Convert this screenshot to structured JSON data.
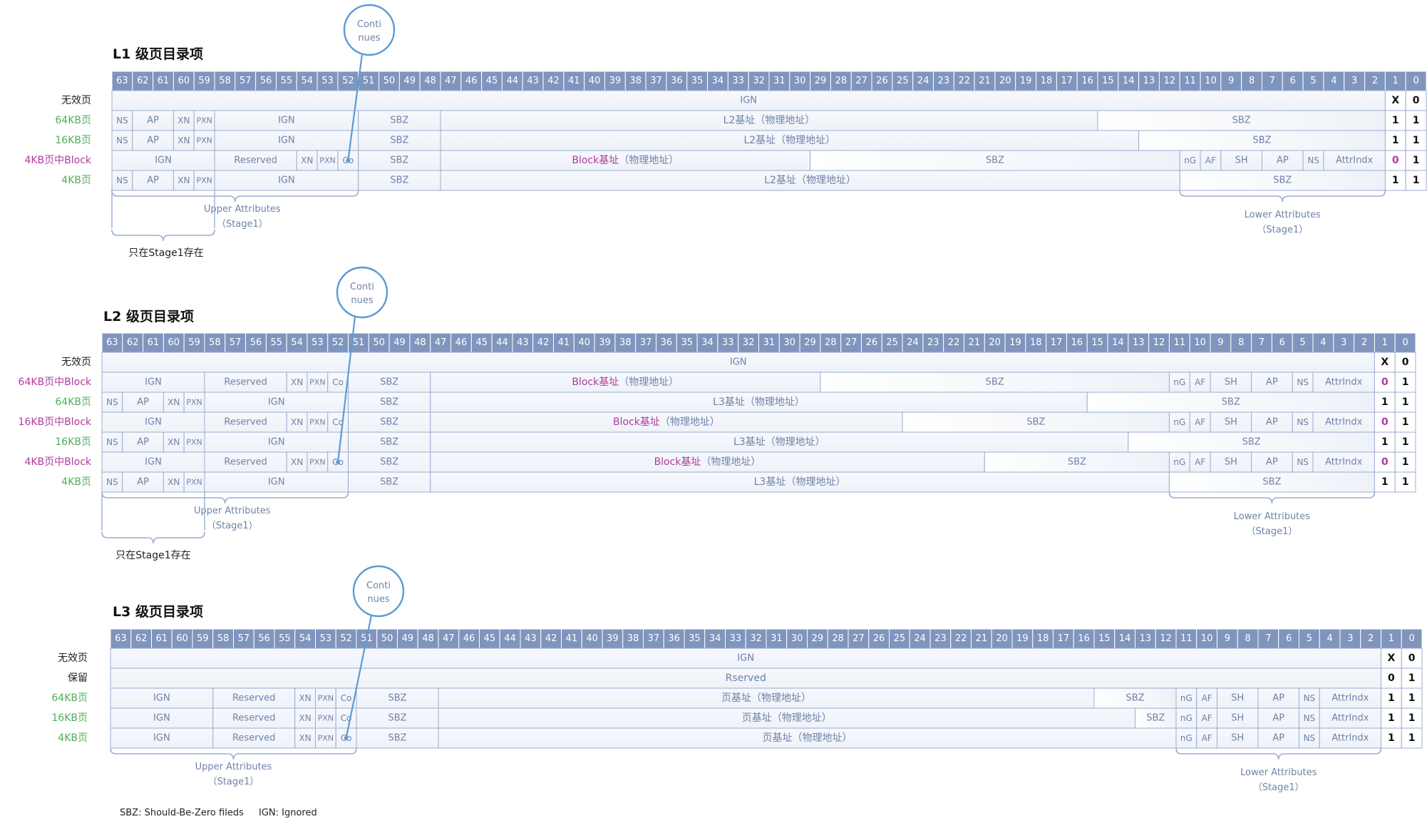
{
  "colors": {
    "header_fill": "#7f95bd",
    "header_text": "#ffffff",
    "row_fill": "#eef2f8",
    "field_text": "#6f83a8",
    "border": "#9aaed0",
    "label_green": "#4fae5a",
    "label_purple": "#b03aa0",
    "label_black": "#222222",
    "accent_line": "#5b9bd5",
    "purple_bit": "#b03aa0"
  },
  "sections": [
    {
      "title": "L1 级页目录项",
      "callout": "Conti\nnues",
      "rows": [
        {
          "label": "无效页",
          "color": "black",
          "cells": [
            [
              "IGN",
              63,
              2,
              "plain"
            ],
            [
              "X",
              1,
              1,
              "bit"
            ],
            [
              "0",
              0,
              0,
              "bit"
            ]
          ]
        },
        {
          "label": "64KB页",
          "color": "green",
          "cells": [
            [
              "NS",
              63,
              63
            ],
            [
              "AP",
              62,
              61
            ],
            [
              "XN",
              60,
              60
            ],
            [
              "PXN",
              59,
              59
            ],
            [
              "IGN",
              58,
              52
            ],
            [
              "SBZ",
              51,
              48
            ],
            [
              "L2基址（物理地址）",
              47,
              16
            ],
            [
              "SBZ",
              15,
              2,
              "grad"
            ],
            [
              "1",
              1,
              1,
              "bit"
            ],
            [
              "1",
              0,
              0,
              "bit"
            ]
          ]
        },
        {
          "label": "16KB页",
          "color": "green",
          "cells": [
            [
              "NS",
              63,
              63
            ],
            [
              "AP",
              62,
              61
            ],
            [
              "XN",
              60,
              60
            ],
            [
              "PXN",
              59,
              59
            ],
            [
              "IGN",
              58,
              52
            ],
            [
              "SBZ",
              51,
              48
            ],
            [
              "L2基址（物理地址）",
              47,
              14
            ],
            [
              "SBZ",
              13,
              2,
              "grad"
            ],
            [
              "1",
              1,
              1,
              "bit"
            ],
            [
              "1",
              0,
              0,
              "bit"
            ]
          ]
        },
        {
          "label": "4KB页中Block",
          "color": "purple",
          "cells": [
            [
              "IGN",
              63,
              59
            ],
            [
              "Reserved",
              58,
              55
            ],
            [
              "XN",
              54,
              54
            ],
            [
              "PXN",
              53,
              53
            ],
            [
              "Co",
              52,
              52
            ],
            [
              "SBZ",
              51,
              48
            ],
            [
              "Block基址（物理地址）",
              47,
              30,
              "block"
            ],
            [
              "SBZ",
              29,
              12,
              "grad"
            ],
            [
              "nG",
              11,
              11
            ],
            [
              "AF",
              10,
              10
            ],
            [
              "SH",
              9,
              8
            ],
            [
              "AP",
              7,
              6
            ],
            [
              "NS",
              5,
              5
            ],
            [
              "AttrIndx",
              4,
              2
            ],
            [
              "0",
              1,
              1,
              "pbit"
            ],
            [
              "1",
              0,
              0,
              "bit"
            ]
          ]
        },
        {
          "label": "4KB页",
          "color": "green",
          "cells": [
            [
              "NS",
              63,
              63
            ],
            [
              "AP",
              62,
              61
            ],
            [
              "XN",
              60,
              60
            ],
            [
              "PXN",
              59,
              59
            ],
            [
              "IGN",
              58,
              52
            ],
            [
              "SBZ",
              51,
              48
            ],
            [
              "L2基址（物理地址）",
              47,
              12
            ],
            [
              "SBZ",
              11,
              2,
              "grad"
            ],
            [
              "1",
              1,
              1,
              "bit"
            ],
            [
              "1",
              0,
              0,
              "bit"
            ]
          ]
        }
      ],
      "upper_brace_label": "Upper Attributes\n（Stage1）",
      "upper_brace_range": [
        58,
        52
      ],
      "lower_brace_label": "Lower Attributes\n（Stage1）",
      "stage1_label": "只在Stage1存在"
    },
    {
      "title": "L2 级页目录项",
      "callout": "Conti\nnues",
      "rows": [
        {
          "label": "无效页",
          "color": "black",
          "cells": [
            [
              "IGN",
              63,
              2,
              "plain"
            ],
            [
              "X",
              1,
              1,
              "bit"
            ],
            [
              "0",
              0,
              0,
              "bit"
            ]
          ]
        },
        {
          "label": "64KB页中Block",
          "color": "purple",
          "cells": [
            [
              "IGN",
              63,
              59
            ],
            [
              "Reserved",
              58,
              55
            ],
            [
              "XN",
              54,
              54
            ],
            [
              "PXN",
              53,
              53
            ],
            [
              "Co",
              52,
              52
            ],
            [
              "SBZ",
              51,
              48
            ],
            [
              "Block基址（物理地址）",
              47,
              29,
              "block"
            ],
            [
              "SBZ",
              28,
              12,
              "grad"
            ],
            [
              "nG",
              11,
              11
            ],
            [
              "AF",
              10,
              10
            ],
            [
              "SH",
              9,
              8
            ],
            [
              "AP",
              7,
              6
            ],
            [
              "NS",
              5,
              5
            ],
            [
              "AttrIndx",
              4,
              2
            ],
            [
              "0",
              1,
              1,
              "pbit"
            ],
            [
              "1",
              0,
              0,
              "bit"
            ]
          ]
        },
        {
          "label": "64KB页",
          "color": "green",
          "cells": [
            [
              "NS",
              63,
              63
            ],
            [
              "AP",
              62,
              61
            ],
            [
              "XN",
              60,
              60
            ],
            [
              "PXN",
              59,
              59
            ],
            [
              "IGN",
              58,
              52
            ],
            [
              "SBZ",
              51,
              48
            ],
            [
              "L3基址（物理地址）",
              47,
              16
            ],
            [
              "SBZ",
              15,
              2,
              "grad"
            ],
            [
              "1",
              1,
              1,
              "bit"
            ],
            [
              "1",
              0,
              0,
              "bit"
            ]
          ]
        },
        {
          "label": "16KB页中Block",
          "color": "purple",
          "cells": [
            [
              "IGN",
              63,
              59
            ],
            [
              "Reserved",
              58,
              55
            ],
            [
              "XN",
              54,
              54
            ],
            [
              "PXN",
              53,
              53
            ],
            [
              "Co",
              52,
              52
            ],
            [
              "SBZ",
              51,
              48
            ],
            [
              "Block基址（物理地址）",
              47,
              25,
              "block"
            ],
            [
              "SBZ",
              24,
              12,
              "grad"
            ],
            [
              "nG",
              11,
              11
            ],
            [
              "AF",
              10,
              10
            ],
            [
              "SH",
              9,
              8
            ],
            [
              "AP",
              7,
              6
            ],
            [
              "NS",
              5,
              5
            ],
            [
              "AttrIndx",
              4,
              2
            ],
            [
              "0",
              1,
              1,
              "pbit"
            ],
            [
              "1",
              0,
              0,
              "bit"
            ]
          ]
        },
        {
          "label": "16KB页",
          "color": "green",
          "cells": [
            [
              "NS",
              63,
              63
            ],
            [
              "AP",
              62,
              61
            ],
            [
              "XN",
              60,
              60
            ],
            [
              "PXN",
              59,
              59
            ],
            [
              "IGN",
              58,
              52
            ],
            [
              "SBZ",
              51,
              48
            ],
            [
              "L3基址（物理地址）",
              47,
              14
            ],
            [
              "SBZ",
              13,
              2,
              "grad"
            ],
            [
              "1",
              1,
              1,
              "bit"
            ],
            [
              "1",
              0,
              0,
              "bit"
            ]
          ]
        },
        {
          "label": "4KB页中Block",
          "color": "purple",
          "cells": [
            [
              "IGN",
              63,
              59
            ],
            [
              "Reserved",
              58,
              55
            ],
            [
              "XN",
              54,
              54
            ],
            [
              "PXN",
              53,
              53
            ],
            [
              "Co",
              52,
              52
            ],
            [
              "SBZ",
              51,
              48
            ],
            [
              "Block基址（物理地址）",
              47,
              21,
              "block"
            ],
            [
              "SBZ",
              20,
              12,
              "grad"
            ],
            [
              "nG",
              11,
              11
            ],
            [
              "AF",
              10,
              10
            ],
            [
              "SH",
              9,
              8
            ],
            [
              "AP",
              7,
              6
            ],
            [
              "NS",
              5,
              5
            ],
            [
              "AttrIndx",
              4,
              2
            ],
            [
              "0",
              1,
              1,
              "pbit"
            ],
            [
              "1",
              0,
              0,
              "bit"
            ]
          ]
        },
        {
          "label": "4KB页",
          "color": "green",
          "cells": [
            [
              "NS",
              63,
              63
            ],
            [
              "AP",
              62,
              61
            ],
            [
              "XN",
              60,
              60
            ],
            [
              "PXN",
              59,
              59
            ],
            [
              "IGN",
              58,
              52
            ],
            [
              "SBZ",
              51,
              48
            ],
            [
              "L3基址（物理地址）",
              47,
              12
            ],
            [
              "SBZ",
              11,
              2,
              "grad"
            ],
            [
              "1",
              1,
              1,
              "bit"
            ],
            [
              "1",
              0,
              0,
              "bit"
            ]
          ]
        }
      ],
      "upper_brace_label": "Upper Attributes\n（Stage1）",
      "upper_brace_range": [
        58,
        52
      ],
      "lower_brace_label": "Lower Attributes\n（Stage1）",
      "stage1_label": "只在Stage1存在"
    },
    {
      "title": "L3 级页目录项",
      "callout": "Conti\nnues",
      "rows": [
        {
          "label": "无效页",
          "color": "black",
          "cells": [
            [
              "IGN",
              63,
              2,
              "plain"
            ],
            [
              "X",
              1,
              1,
              "bit"
            ],
            [
              "0",
              0,
              0,
              "bit"
            ]
          ]
        },
        {
          "label": "保留",
          "color": "black",
          "cells": [
            [
              "Rserved",
              63,
              2,
              "plain"
            ],
            [
              "0",
              1,
              1,
              "bit"
            ],
            [
              "1",
              0,
              0,
              "bit"
            ]
          ]
        },
        {
          "label": "64KB页",
          "color": "green",
          "cells": [
            [
              "IGN",
              63,
              59
            ],
            [
              "Reserved",
              58,
              55
            ],
            [
              "XN",
              54,
              54
            ],
            [
              "PXN",
              53,
              53
            ],
            [
              "Co",
              52,
              52
            ],
            [
              "SBZ",
              51,
              48
            ],
            [
              "页基址（物理地址）",
              47,
              16
            ],
            [
              "SBZ",
              15,
              12,
              "grad"
            ],
            [
              "nG",
              11,
              11
            ],
            [
              "AF",
              10,
              10
            ],
            [
              "SH",
              9,
              8
            ],
            [
              "AP",
              7,
              6
            ],
            [
              "NS",
              5,
              5
            ],
            [
              "AttrIndx",
              4,
              2
            ],
            [
              "1",
              1,
              1,
              "bit"
            ],
            [
              "1",
              0,
              0,
              "bit"
            ]
          ]
        },
        {
          "label": "16KB页",
          "color": "green",
          "cells": [
            [
              "IGN",
              63,
              59
            ],
            [
              "Reserved",
              58,
              55
            ],
            [
              "XN",
              54,
              54
            ],
            [
              "PXN",
              53,
              53
            ],
            [
              "Co",
              52,
              52
            ],
            [
              "SBZ",
              51,
              48
            ],
            [
              "页基址（物理地址）",
              47,
              14
            ],
            [
              "SBZ",
              13,
              12,
              "grad"
            ],
            [
              "nG",
              11,
              11
            ],
            [
              "AF",
              10,
              10
            ],
            [
              "SH",
              9,
              8
            ],
            [
              "AP",
              7,
              6
            ],
            [
              "NS",
              5,
              5
            ],
            [
              "AttrIndx",
              4,
              2
            ],
            [
              "1",
              1,
              1,
              "bit"
            ],
            [
              "1",
              0,
              0,
              "bit"
            ]
          ]
        },
        {
          "label": "4KB页",
          "color": "green",
          "cells": [
            [
              "IGN",
              63,
              59
            ],
            [
              "Reserved",
              58,
              55
            ],
            [
              "XN",
              54,
              54
            ],
            [
              "PXN",
              53,
              53
            ],
            [
              "Co",
              52,
              52
            ],
            [
              "SBZ",
              51,
              48
            ],
            [
              "页基址（物理地址）",
              47,
              12
            ],
            [
              "nG",
              11,
              11
            ],
            [
              "AF",
              10,
              10
            ],
            [
              "SH",
              9,
              8
            ],
            [
              "AP",
              7,
              6
            ],
            [
              "NS",
              5,
              5
            ],
            [
              "AttrIndx",
              4,
              2
            ],
            [
              "1",
              1,
              1,
              "bit"
            ],
            [
              "1",
              0,
              0,
              "bit"
            ]
          ]
        }
      ],
      "upper_brace_label": "Upper Attributes\n（Stage1）",
      "upper_brace_range": [
        63,
        52
      ],
      "lower_brace_label": "Lower Attributes\n（Stage1）",
      "stage1_label": ""
    }
  ],
  "footer": {
    "sbz_note": "SBZ: Should-Be-Zero fileds",
    "ign_note": "IGN: Ignored"
  }
}
